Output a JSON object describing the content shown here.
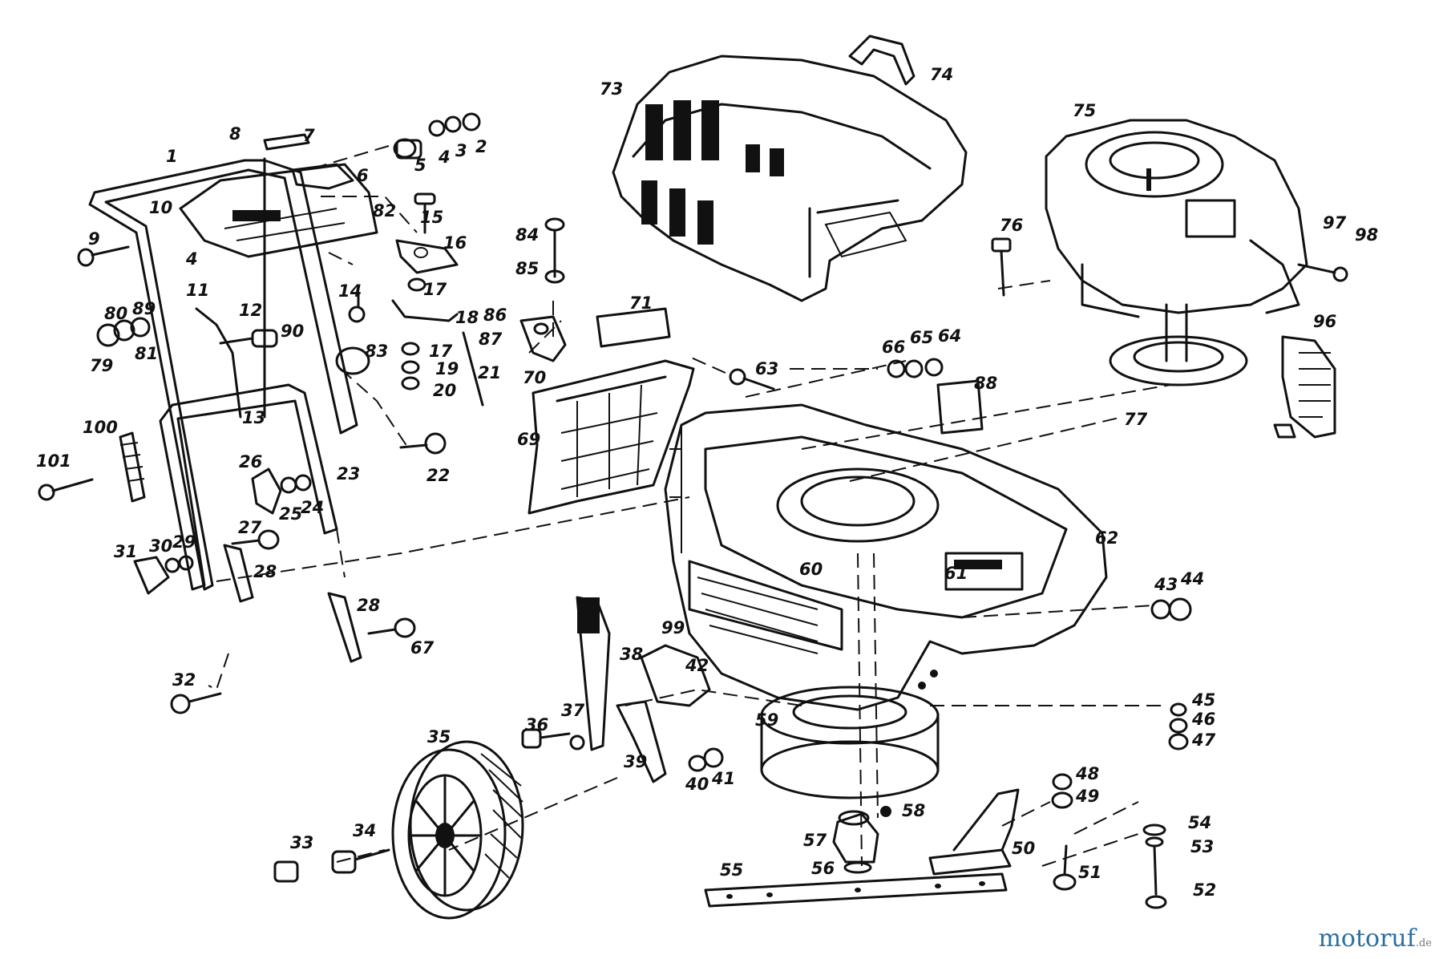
{
  "diagram": {
    "type": "exploded-parts-view",
    "part_numbers": [
      "1",
      "2",
      "3",
      "4",
      "4",
      "5",
      "6",
      "7",
      "8",
      "9",
      "10",
      "11",
      "12",
      "13",
      "14",
      "15",
      "16",
      "17",
      "17",
      "18",
      "19",
      "20",
      "21",
      "22",
      "23",
      "24",
      "25",
      "26",
      "27",
      "28",
      "28",
      "29",
      "30",
      "31",
      "32",
      "33",
      "34",
      "35",
      "36",
      "37",
      "38",
      "39",
      "40",
      "41",
      "42",
      "43",
      "44",
      "45",
      "46",
      "47",
      "48",
      "49",
      "50",
      "51",
      "52",
      "53",
      "54",
      "55",
      "56",
      "57",
      "58",
      "59",
      "60",
      "61",
      "62",
      "63",
      "64",
      "65",
      "66",
      "67",
      "69",
      "70",
      "71",
      "73",
      "74",
      "75",
      "76",
      "77",
      "79",
      "80",
      "81",
      "82",
      "83",
      "84",
      "85",
      "86",
      "87",
      "88",
      "89",
      "90",
      "96",
      "97",
      "98",
      "99",
      "100",
      "101"
    ]
  },
  "watermark": {
    "brand_a": "motoruf",
    "brand_b": "",
    "suffix": ".de"
  }
}
